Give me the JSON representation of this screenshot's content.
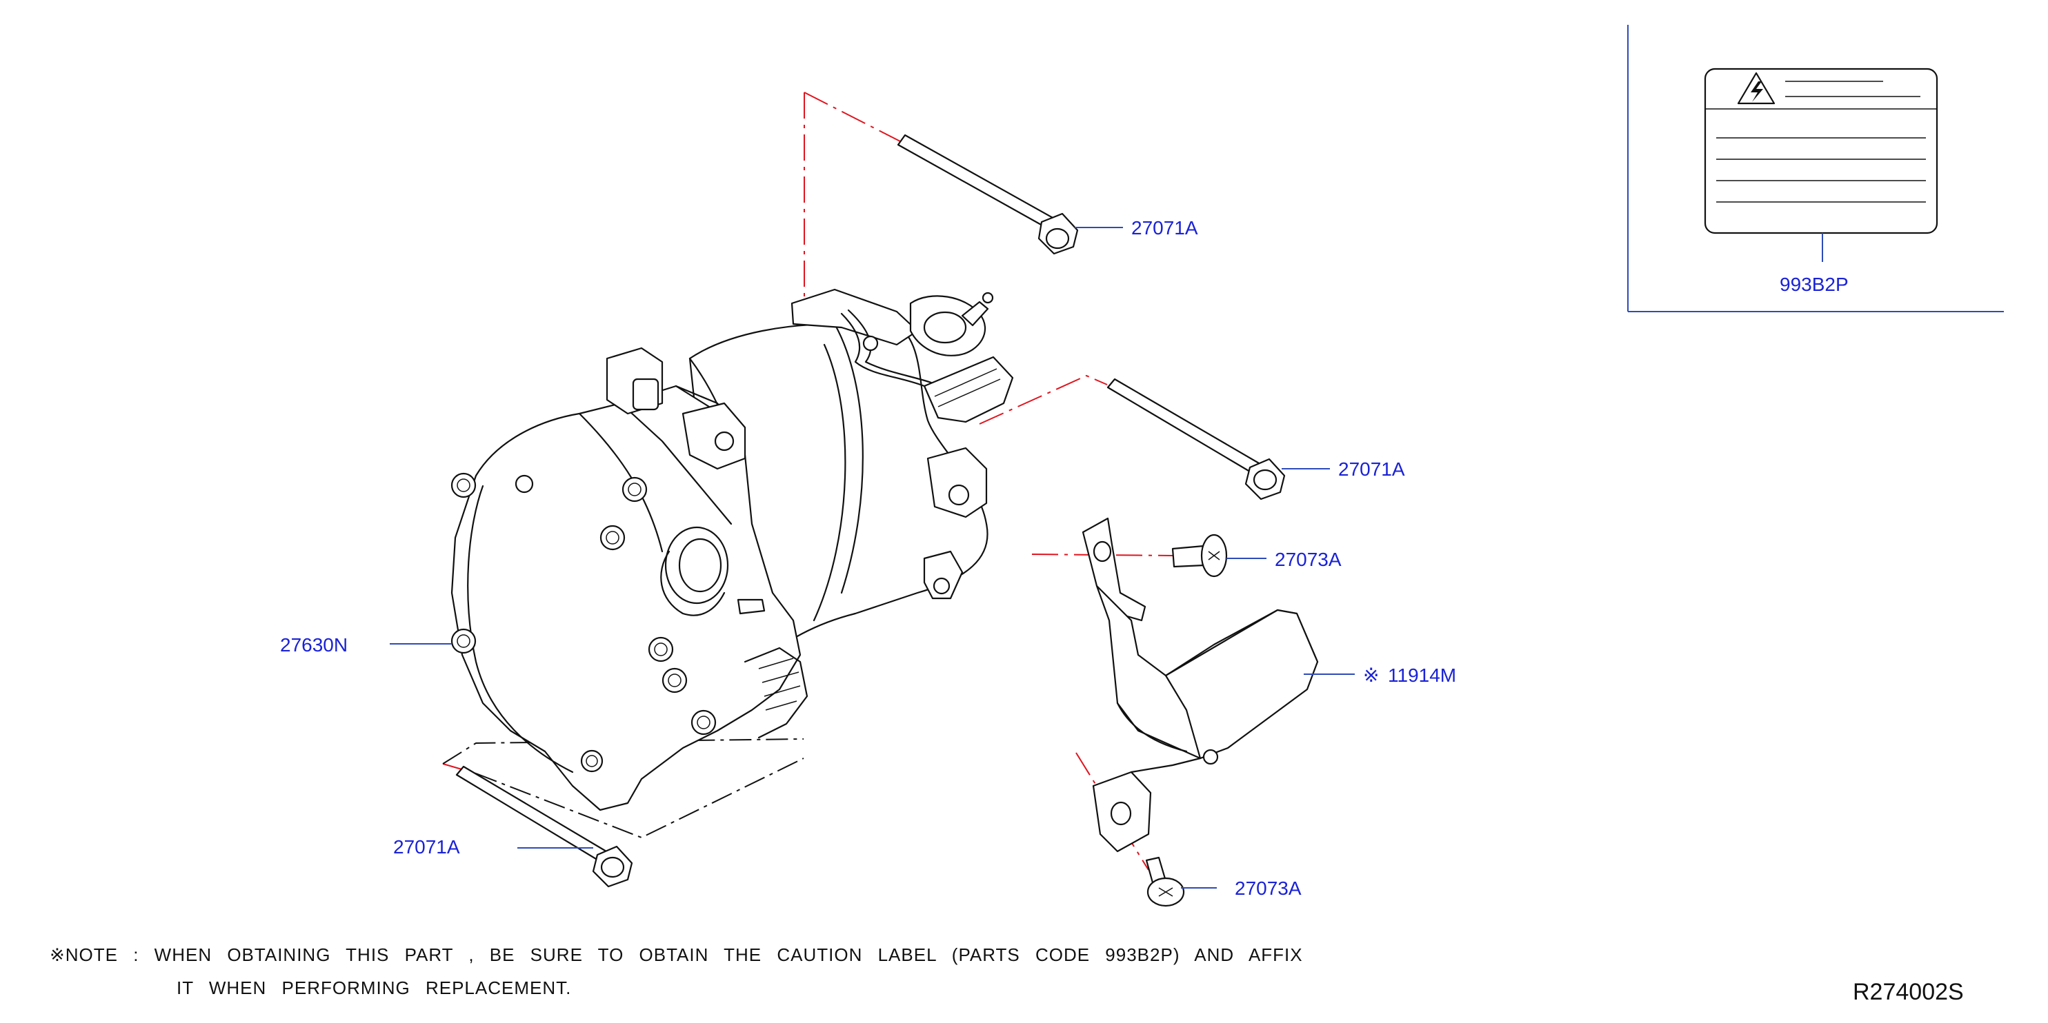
{
  "parts": {
    "bolt_upper": "27071A",
    "bolt_middle": "27071A",
    "bolt_lower": "27071A",
    "screw_upper": "27073A",
    "screw_lower": "27073A",
    "compressor": "27630N",
    "bracket": "11914M",
    "bracket_mark": "※",
    "caution_label": "993B2P"
  },
  "note": {
    "line1": "※NOTE : WHEN OBTAINING THIS PART , BE SURE TO OBTAIN THE CAUTION LABEL (PARTS CODE 993B2P) AND AFFIX",
    "line2": "IT WHEN PERFORMING REPLACEMENT."
  },
  "diagram_code": "R274002S",
  "colors": {
    "label": "#1a22d6",
    "leader": "#2d4bb8",
    "centerline": "#e0141e",
    "drawing": "#111111"
  },
  "icons": {
    "caution_label_symbol": "high-voltage-warning-icon"
  }
}
